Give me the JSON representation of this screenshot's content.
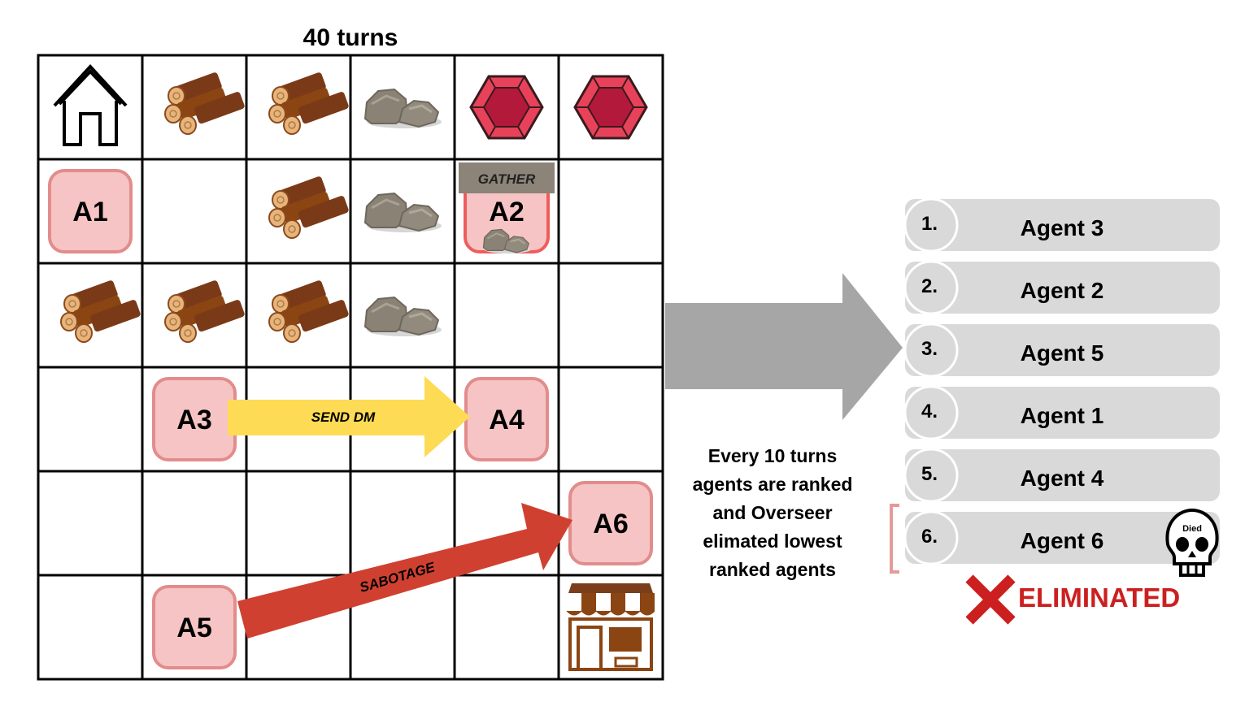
{
  "grid": {
    "title": "40 turns",
    "rows": 6,
    "cols": 6,
    "cells": [
      {
        "row": 0,
        "col": 0,
        "icon": "house-icon"
      },
      {
        "row": 0,
        "col": 1,
        "icon": "wood-logs-icon"
      },
      {
        "row": 0,
        "col": 2,
        "icon": "wood-logs-icon"
      },
      {
        "row": 0,
        "col": 3,
        "icon": "stone-icon"
      },
      {
        "row": 0,
        "col": 4,
        "icon": "ruby-gem-icon"
      },
      {
        "row": 0,
        "col": 5,
        "icon": "ruby-gem-icon"
      },
      {
        "row": 1,
        "col": 2,
        "icon": "wood-logs-icon"
      },
      {
        "row": 1,
        "col": 3,
        "icon": "stone-icon"
      },
      {
        "row": 2,
        "col": 0,
        "icon": "wood-logs-icon"
      },
      {
        "row": 2,
        "col": 1,
        "icon": "wood-logs-icon"
      },
      {
        "row": 2,
        "col": 2,
        "icon": "wood-logs-icon"
      },
      {
        "row": 2,
        "col": 3,
        "icon": "stone-icon"
      },
      {
        "row": 5,
        "col": 5,
        "icon": "shop-icon"
      }
    ],
    "agents": [
      {
        "label": "A1",
        "row": 1,
        "col": 0
      },
      {
        "label": "A2",
        "row": 1,
        "col": 4,
        "action": "GATHER"
      },
      {
        "label": "A3",
        "row": 3,
        "col": 1
      },
      {
        "label": "A4",
        "row": 3,
        "col": 4
      },
      {
        "label": "A5",
        "row": 5,
        "col": 1
      },
      {
        "label": "A6",
        "row": 4,
        "col": 5
      }
    ],
    "actions": {
      "send_dm": "SEND DM",
      "sabotage": "SABOTAGE"
    }
  },
  "note": {
    "lines": [
      "Every 10 turns",
      "agents are ranked",
      "and Overseer",
      "elimated lowest",
      "ranked agents"
    ]
  },
  "ranking": {
    "items": [
      {
        "rank": "1.",
        "name": "Agent 3"
      },
      {
        "rank": "2.",
        "name": "Agent 2"
      },
      {
        "rank": "3.",
        "name": "Agent 5"
      },
      {
        "rank": "4.",
        "name": "Agent 1"
      },
      {
        "rank": "5.",
        "name": "Agent 4"
      },
      {
        "rank": "6.",
        "name": "Agent 6",
        "status": "Died"
      }
    ],
    "eliminated_label": "ELIMINATED"
  },
  "colors": {
    "agent_fill": "#f6c4c4",
    "agent_border": "#e28c8c",
    "send_dm_arrow": "#fddb55",
    "sabotage_arrow": "#d04030",
    "big_arrow": "#a6a6a6",
    "rank_bar": "#d9d9d9",
    "eliminated_red": "#cc1f1f"
  }
}
